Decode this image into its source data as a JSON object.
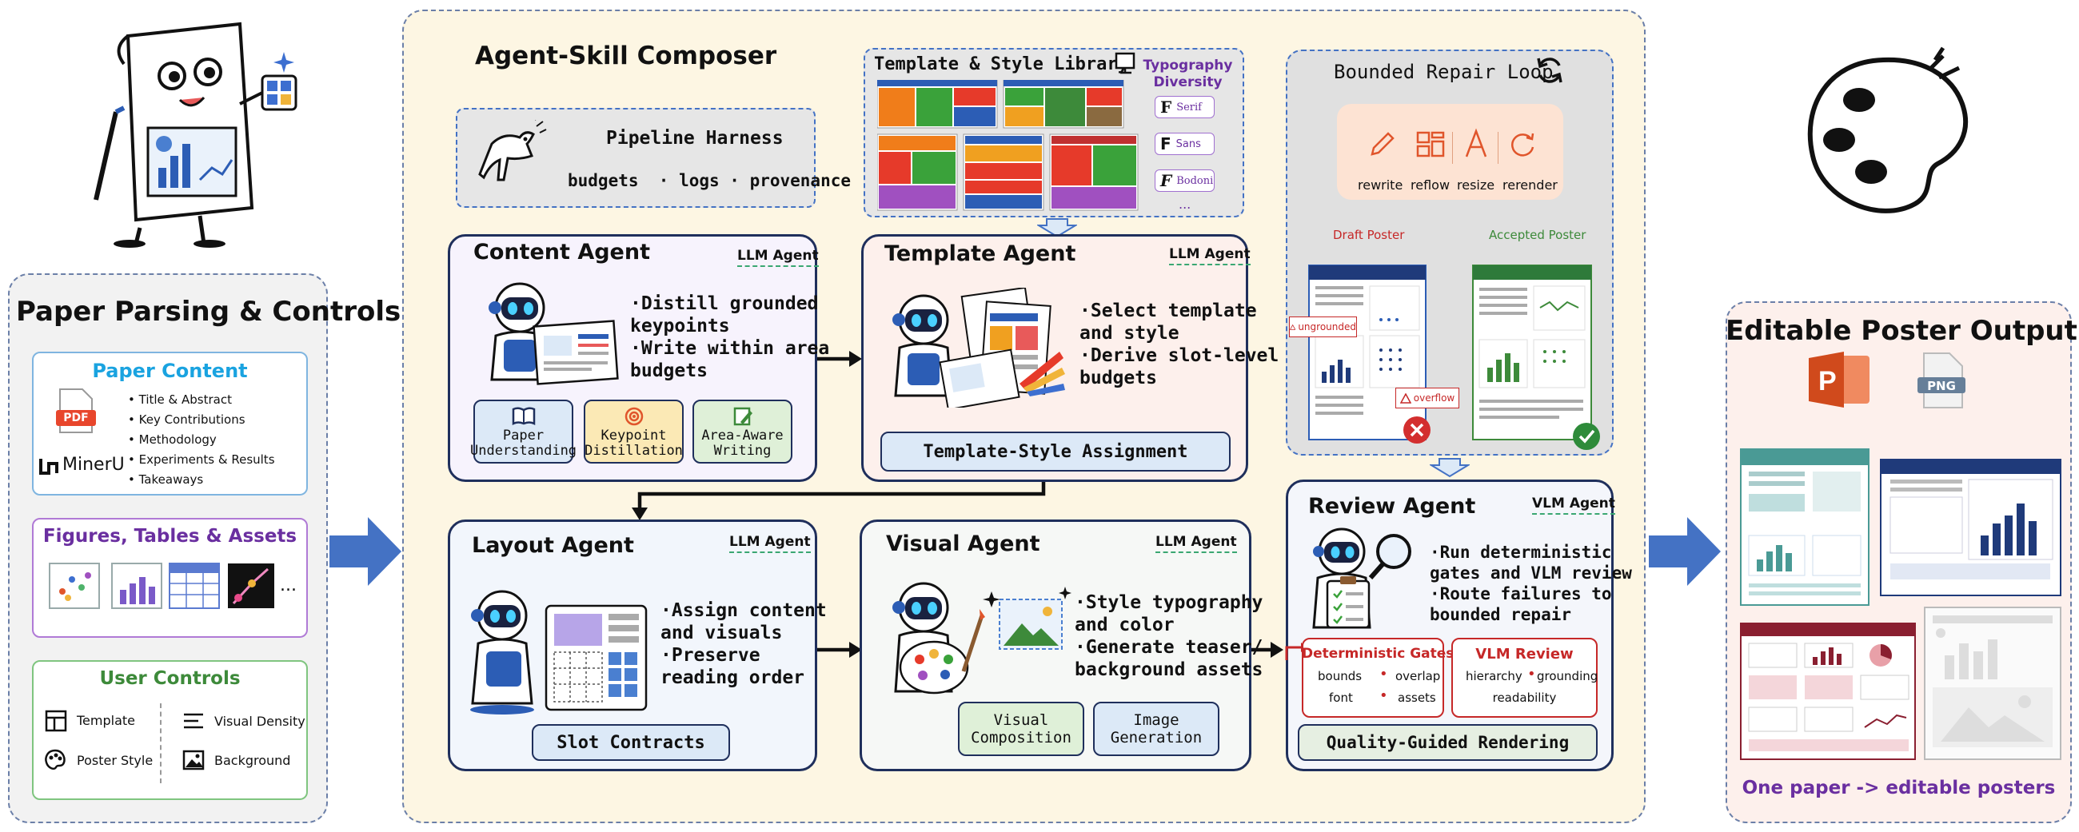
{
  "left": {
    "title": "Paper Parsing & Controls",
    "paper_content": {
      "title": "Paper Content",
      "items": [
        "Title & Abstract",
        "Key Contributions",
        "Methodology",
        "Experiments & Results",
        "Takeaways"
      ],
      "pdf_label": "PDF",
      "parser_label": "MinerU"
    },
    "figures": {
      "title": "Figures, Tables & Assets",
      "ellipsis": "..."
    },
    "controls": {
      "title": "User Controls",
      "template": "Template",
      "visual_density": "Visual Density",
      "poster_style": "Poster Style",
      "background": "Background"
    }
  },
  "composer": {
    "title": "Agent-Skill Composer",
    "harness": {
      "title": "Pipeline Harness",
      "sub": "budgets  · logs · provenance"
    },
    "library": {
      "title": "Template & Style Library",
      "typography": "Typography Diversity",
      "fonts": [
        "Serif",
        "Sans",
        "Bodoni"
      ],
      "more": "..."
    },
    "content_agent": {
      "title": "Content Agent",
      "tag": "LLM Agent",
      "bullets": [
        "·Distill grounded",
        "keypoints",
        "·Write within area",
        "budgets"
      ],
      "chips": [
        "Paper Understanding",
        "Keypoint Distillation",
        "Area-Aware Writing"
      ]
    },
    "template_agent": {
      "title": "Template Agent",
      "tag": "LLM Agent",
      "bullets": [
        "·Select template",
        "and style",
        "·Derive slot-level",
        "budgets"
      ],
      "bar": "Template-Style Assignment"
    },
    "layout_agent": {
      "title": "Layout Agent",
      "tag": "LLM Agent",
      "bullets": [
        "·Assign content",
        "and visuals",
        "·Preserve",
        "reading order"
      ],
      "bar": "Slot Contracts"
    },
    "visual_agent": {
      "title": "Visual Agent",
      "tag": "LLM Agent",
      "bullets": [
        "·Style typography",
        "and color",
        "·Generate teaser/",
        "background assets"
      ],
      "chips": [
        "Visual Composition",
        "Image Generation"
      ]
    },
    "repair": {
      "title": "Bounded Repair Loop",
      "ops": [
        "rewrite",
        "reflow",
        "resize",
        "rerender"
      ],
      "draft": "Draft Poster",
      "accepted": "Accepted Poster",
      "ungrounded": "ungrounded",
      "overflow": "overflow"
    },
    "review_agent": {
      "title": "Review Agent",
      "tag": "VLM Agent",
      "bullets": [
        "·Run deterministic",
        "gates and VLM review",
        "·Route failures to",
        "bounded repair"
      ],
      "gates_title": "Deterministic Gates",
      "gates_items": [
        "bounds",
        "overlap",
        "font",
        "assets"
      ],
      "vlm_title": "VLM Review",
      "vlm_items": [
        "hierarchy",
        "grounding",
        "readability"
      ],
      "bar": "Quality-Guided Rendering"
    }
  },
  "output": {
    "title": "Editable Poster Output",
    "png_label": "PNG",
    "caption": "One paper -> editable posters"
  },
  "colors": {
    "navy": "#1f2f5c",
    "accent_blue": "#4472c4",
    "cream": "#fdf6e3",
    "purple": "#6a2fa0",
    "green": "#3d8a3a",
    "red": "#c62828"
  }
}
